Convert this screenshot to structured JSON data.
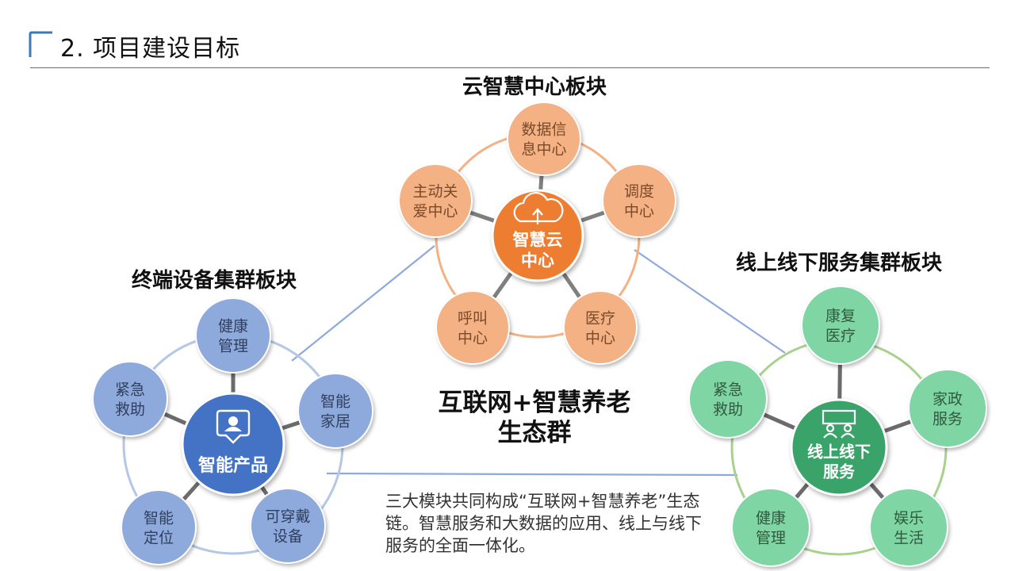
{
  "page": {
    "title": "2. 项目建设目标"
  },
  "caption": "三大模块共同构成“互联网+智慧养老”生态链。智慧服务和大数据的应用、线上与线下服务的全面一体化。",
  "center_label": {
    "line1": "互联网+智慧养老",
    "line2": "生态群"
  },
  "clusters": [
    {
      "id": "cloud",
      "heading": "云智慧中心板块",
      "hub": {
        "lines": [
          "智慧云",
          "中心"
        ],
        "icon": "cloud-upload-icon"
      },
      "colors": {
        "hub": "#ED7D31",
        "node": "#F4B183",
        "ring": "#F4B183",
        "spoke": "#7f7f7f",
        "text": "#7a4a2a"
      },
      "nodes": [
        {
          "lines": [
            "数据信",
            "息中心"
          ]
        },
        {
          "lines": [
            "调度",
            "中心"
          ]
        },
        {
          "lines": [
            "医疗",
            "中心"
          ]
        },
        {
          "lines": [
            "呼叫",
            "中心"
          ]
        },
        {
          "lines": [
            "主动关",
            "爱中心"
          ]
        }
      ]
    },
    {
      "id": "device",
      "heading": "终端设备集群板块",
      "hub": {
        "lines": [
          "智能产品"
        ],
        "icon": "user-badge-icon"
      },
      "colors": {
        "hub": "#4472C4",
        "node": "#8EA9DB",
        "ring": "#B4C7E7",
        "spoke": "#6b6b6b",
        "text": "#2f3f5f"
      },
      "nodes": [
        {
          "lines": [
            "健康",
            "管理"
          ]
        },
        {
          "lines": [
            "智能",
            "家居"
          ]
        },
        {
          "lines": [
            "可穿戴",
            "设备"
          ]
        },
        {
          "lines": [
            "智能",
            "定位"
          ]
        },
        {
          "lines": [
            "紧急",
            "救助"
          ]
        }
      ]
    },
    {
      "id": "service",
      "heading": "线上线下服务集群板块",
      "hub": {
        "lines": [
          "线上线下",
          "服务"
        ],
        "icon": "people-board-icon"
      },
      "colors": {
        "hub": "#3AA36A",
        "node": "#7FD6A4",
        "ring": "#A9D18E",
        "spoke": "#6b6b6b",
        "text": "#2f5a3f"
      },
      "nodes": [
        {
          "lines": [
            "康复",
            "医疗"
          ]
        },
        {
          "lines": [
            "家政",
            "服务"
          ]
        },
        {
          "lines": [
            "娱乐",
            "生活"
          ]
        },
        {
          "lines": [
            "健康",
            "管理"
          ]
        },
        {
          "lines": [
            "紧急",
            "救助"
          ]
        }
      ]
    }
  ],
  "connectors_color": "#8EA9DB"
}
